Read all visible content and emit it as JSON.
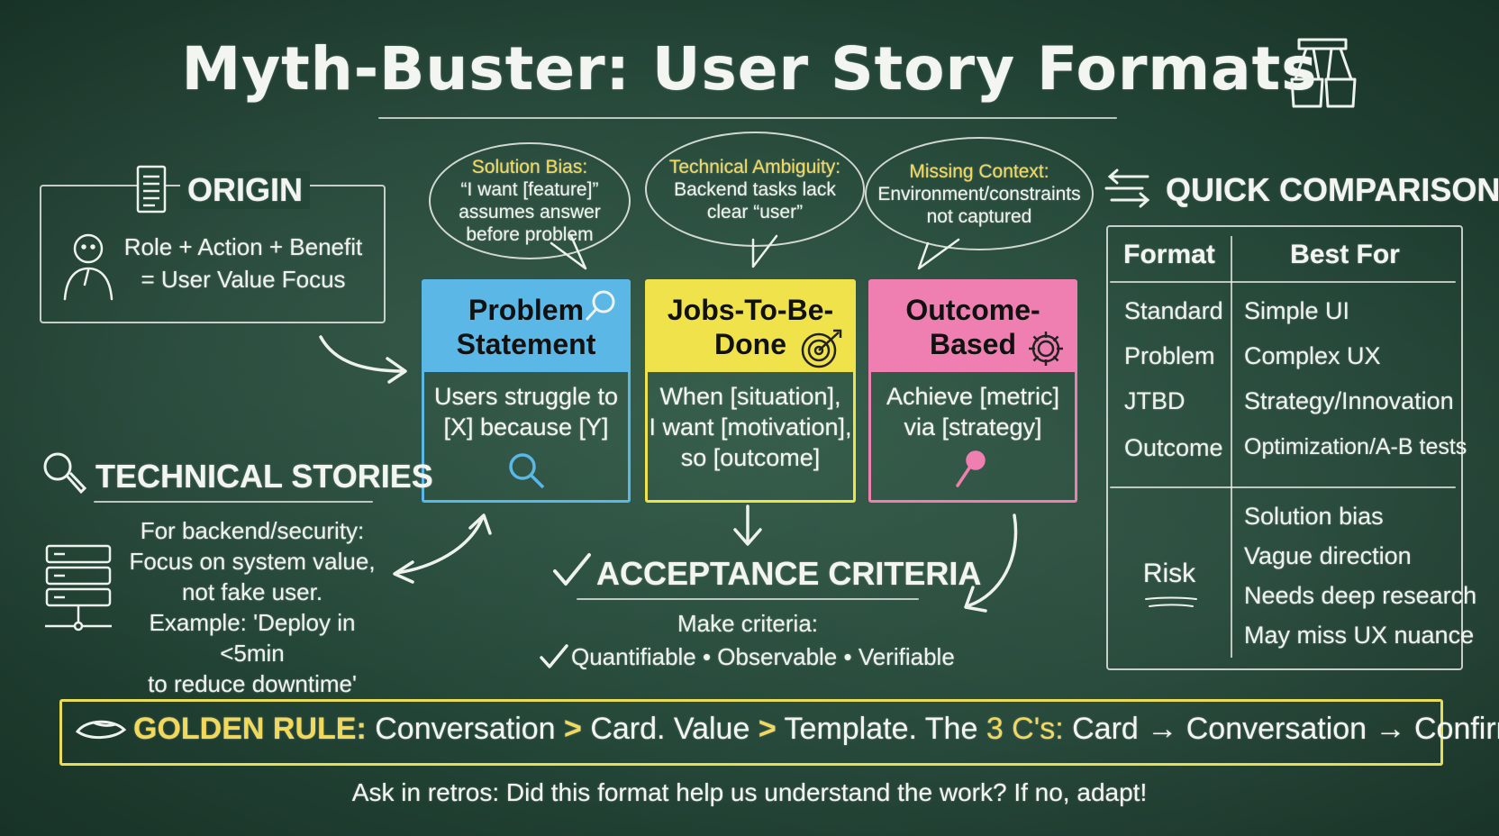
{
  "title": "Myth-Buster: User Story Formats",
  "origin": {
    "heading": "ORIGIN",
    "line1": "Role + Action + Benefit",
    "line2": "= User Value Focus"
  },
  "bubbles": [
    {
      "title": "Solution Bias:",
      "lines": [
        "“I want [feature]”",
        "assumes answer",
        "before problem"
      ]
    },
    {
      "title": "Technical Ambiguity:",
      "lines": [
        "Backend tasks lack",
        "clear “user”"
      ]
    },
    {
      "title": "Missing Context:",
      "lines": [
        "Environment/constraints",
        "not captured"
      ]
    }
  ],
  "cards": [
    {
      "title_lines": [
        "Problem",
        "Statement"
      ],
      "body_lines": [
        "Users struggle to",
        "[X] because [Y]"
      ],
      "color": "#5bb8e6"
    },
    {
      "title_lines": [
        "Jobs-To-Be-",
        "Done"
      ],
      "body_lines": [
        "When [situation],",
        "I want [motivation],",
        "so [outcome]"
      ],
      "color": "#efe24a"
    },
    {
      "title_lines": [
        "Outcome-",
        "Based"
      ],
      "body_lines": [
        "Achieve [metric]",
        "via [strategy]"
      ],
      "color": "#ef7fb0"
    }
  ],
  "technical": {
    "heading": "TECHNICAL STORIES",
    "lines": [
      "For backend/security:",
      "Focus on system value,",
      "not fake user.",
      "Example: 'Deploy in <5min",
      "to reduce downtime'"
    ]
  },
  "acceptance": {
    "heading": "ACCEPTANCE CRITERIA",
    "line1": "Make criteria:",
    "line2": "Quantifiable • Observable • Verifiable"
  },
  "comparison": {
    "heading": "QUICK COMPARISON",
    "col1": "Format",
    "col2": "Best For",
    "rows": [
      {
        "format": "Standard",
        "best": "Simple UI"
      },
      {
        "format": "Problem",
        "best": "Complex UX"
      },
      {
        "format": "JTBD",
        "best": "Strategy/Innovation"
      },
      {
        "format": "Outcome",
        "best": "Optimization/A-B tests"
      }
    ],
    "risk_label": "Risk",
    "risks": [
      "Solution bias",
      "Vague direction",
      "Needs deep research",
      "May miss UX nuance"
    ]
  },
  "golden_rule": {
    "label": "GOLDEN RULE:",
    "part1": "Conversation",
    "gt1": ">",
    "part2": "Card. Value",
    "gt2": ">",
    "part3": "Template.  The",
    "three_cs": "3 C's:",
    "c1": "Card",
    "c2": "Conversation",
    "c3": "Confirmation"
  },
  "footer": "Ask in retros: Did this format help us understand the work? If no, adapt!",
  "colors": {
    "board": "#234637",
    "chalk": "#eef2ec",
    "accent_yellow": "#f3d95a",
    "blue": "#5bb8e6",
    "yellow": "#efe24a",
    "pink": "#ef7fb0"
  }
}
